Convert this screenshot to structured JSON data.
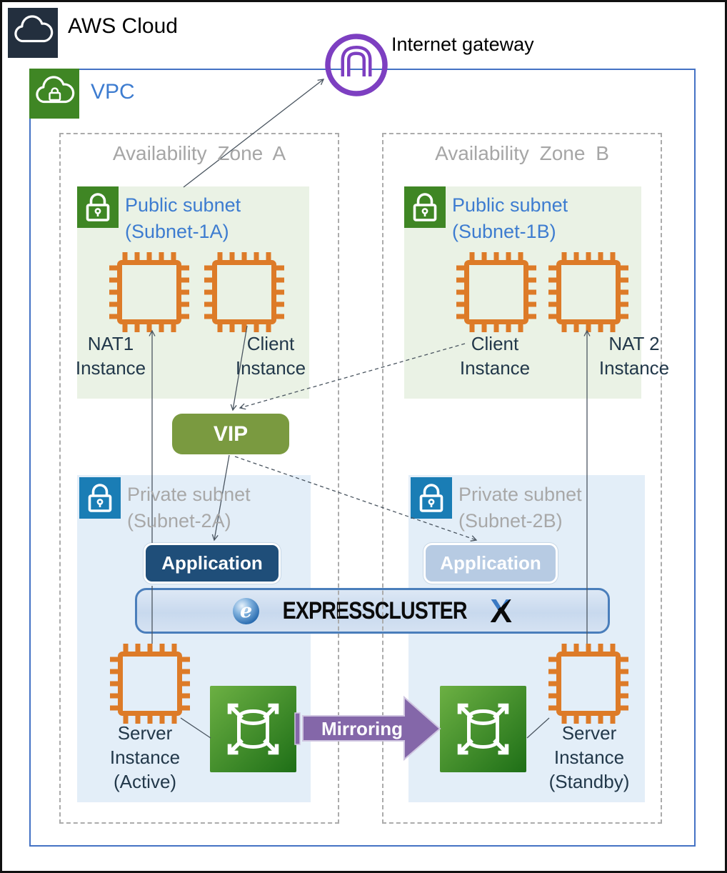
{
  "diagram": {
    "aws_cloud": "AWS Cloud",
    "internet_gateway": "Internet gateway",
    "vpc": "VPC",
    "zone_a": {
      "title": "Availability Zone A",
      "public_subnet": {
        "line1": "Public subnet",
        "line2": "(Subnet-1A)"
      },
      "private_subnet": {
        "line1": "Private subnet",
        "line2": "(Subnet-2A)"
      },
      "nat_instance": {
        "line1": "NAT1",
        "line2": "Instance"
      },
      "client_instance": {
        "line1": "Client",
        "line2": "Instance"
      },
      "server_instance": {
        "line1": "Server",
        "line2": "Instance",
        "line3": "(Active)"
      },
      "application": "Application"
    },
    "zone_b": {
      "title": "Availability Zone B",
      "public_subnet": {
        "line1": "Public subnet",
        "line2": "(Subnet-1B)"
      },
      "private_subnet": {
        "line1": "Private subnet",
        "line2": "(Subnet-2B)"
      },
      "nat_instance": {
        "line1": "NAT 2",
        "line2": "Instance"
      },
      "client_instance": {
        "line1": "Client",
        "line2": "Instance"
      },
      "server_instance": {
        "line1": "Server",
        "line2": "Instance",
        "line3": "(Standby)"
      },
      "application": "Application"
    },
    "vip": "VIP",
    "mirroring": "Mirroring",
    "cluster_logo": {
      "e": "e",
      "name": "EXPRESSCLUSTER",
      "x": "X"
    }
  },
  "colors": {
    "aws_dark": "#232f3e",
    "vpc_border": "#4472c4",
    "gateway_purple": "#7d3fc1",
    "public_subnet_bg": "#eaf2e5",
    "private_subnet_bg": "#e3eef8",
    "public_lock_bg": "#3f8624",
    "private_lock_bg": "#1a7db5",
    "subnet_title_blue": "#3d7cd0",
    "zone_title_gray": "#a6a6a6",
    "instance_orange": "#dd7b28",
    "label_navy": "#22384a",
    "vip_green": "#7a9a40",
    "application_navy": "#1f4e79",
    "application_faded": "#b7cbe3",
    "cluster_border_blue": "#4a7ebb",
    "mirroring_purple": "#8467a9"
  }
}
